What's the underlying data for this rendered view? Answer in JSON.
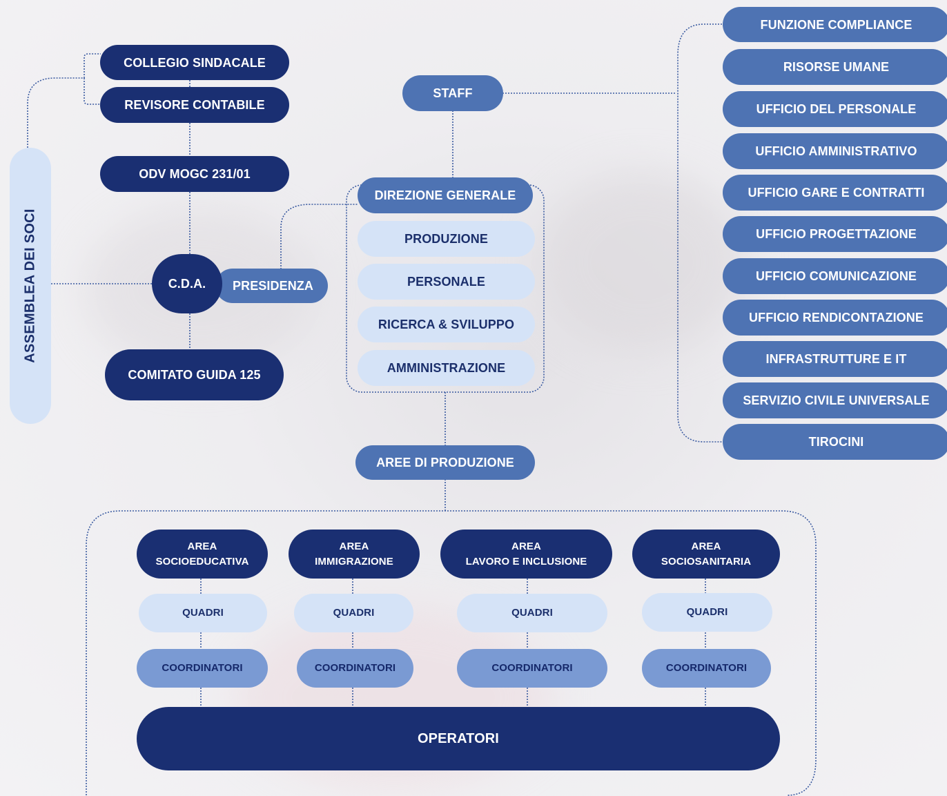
{
  "assemblea": "ASSEMBLEA DEI SOCI",
  "governance": {
    "collegio_sindacale": "COLLEGIO SINDACALE",
    "revisore_contabile": "REVISORE CONTABILE",
    "odv": "ODV MOGC 231/01",
    "cda": "C.D.A.",
    "presidenza": "PRESIDENZA",
    "comitato_guida": "COMITATO GUIDA 125"
  },
  "staff": "STAFF",
  "direzione": {
    "title": "DIREZIONE GENERALE",
    "items": [
      "PRODUZIONE",
      "PERSONALE",
      "RICERCA & SVILUPPO",
      "AMMINISTRAZIONE"
    ]
  },
  "staff_offices": [
    "FUNZIONE COMPLIANCE",
    "RISORSE UMANE",
    "UFFICIO DEL PERSONALE",
    "UFFICIO AMMINISTRATIVO",
    "UFFICIO GARE E CONTRATTI",
    "UFFICIO PROGETTAZIONE",
    "UFFICIO COMUNICAZIONE",
    "UFFICIO RENDICONTAZIONE",
    "INFRASTRUTTURE E IT",
    "SERVIZIO CIVILE UNIVERSALE",
    "TIROCINI"
  ],
  "aree_produzione": "AREE DI PRODUZIONE",
  "areas": [
    {
      "line1": "AREA",
      "line2": "SOCIOEDUCATIVA",
      "quadri": "QUADRI",
      "coordinatori": "COORDINATORI"
    },
    {
      "line1": "AREA",
      "line2": "IMMIGRAZIONE",
      "quadri": "QUADRI",
      "coordinatori": "COORDINATORI"
    },
    {
      "line1": "AREA",
      "line2": "LAVORO E INCLUSIONE",
      "quadri": "QUADRI",
      "coordinatori": "COORDINATORI"
    },
    {
      "line1": "AREA",
      "line2": "SOCIOSANITARIA",
      "quadri": "QUADRI",
      "coordinatori": "COORDINATORI"
    }
  ],
  "operatori": "OPERATORI",
  "colors": {
    "navy": "#1a2f72",
    "mid_blue": "#4e73b3",
    "light_blue": "#d5e3f7",
    "soft_blue": "#7a9ad3",
    "connector": "#3a5aa0"
  }
}
